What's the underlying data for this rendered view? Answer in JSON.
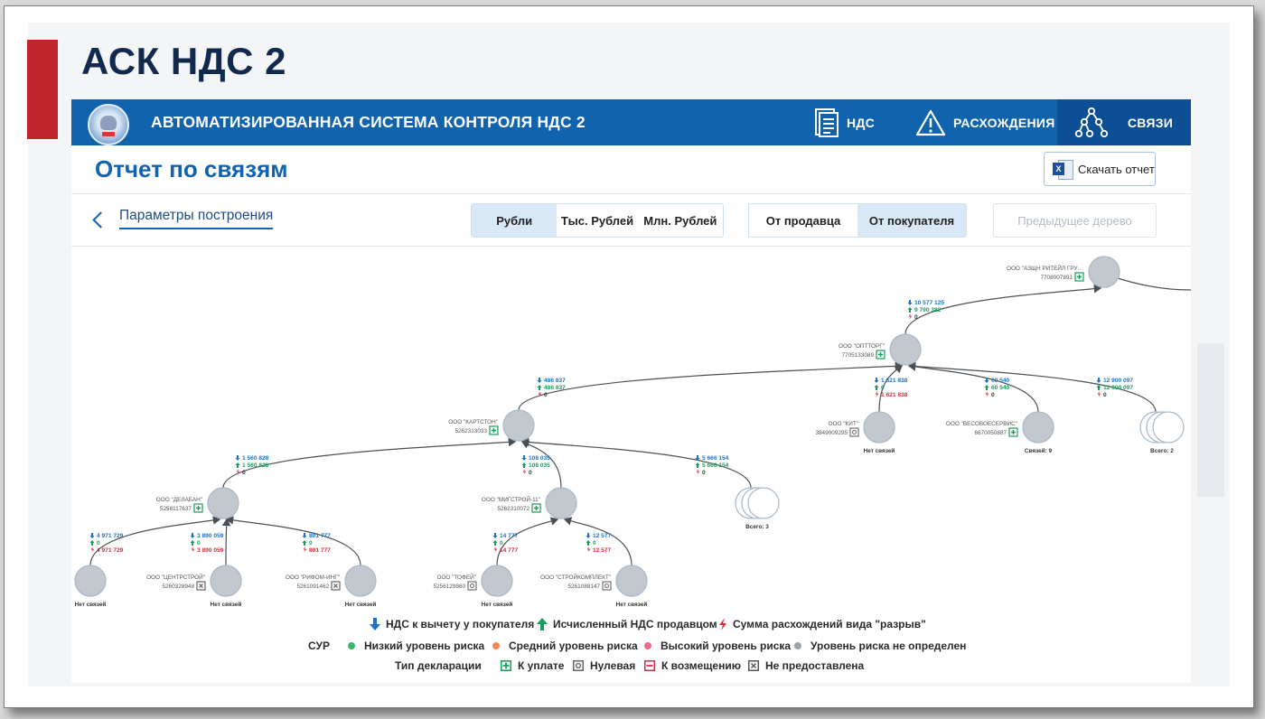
{
  "slide": {
    "title": "АСК НДС 2"
  },
  "header": {
    "app_name": "АВТОМАТИЗИРОВАННАЯ СИСТЕМА КОНТРОЛЯ НДС 2",
    "nav": [
      {
        "label": "НДС",
        "icon": "document-list-icon"
      },
      {
        "label": "РАСХОЖДЕНИЯ",
        "icon": "warning-triangle-icon"
      },
      {
        "label": "СВЯЗИ",
        "icon": "tree-hierarchy-icon",
        "active": true
      }
    ]
  },
  "page": {
    "title": "Отчет по связям",
    "download_label": "Скачать отчет",
    "params_label": "Параметры построения",
    "currency": {
      "options": [
        "Рубли",
        "Тыс. Рублей",
        "Млн. Рублей"
      ],
      "selected": "Рубли"
    },
    "direction": {
      "options": [
        "От продавца",
        "От покупателя"
      ],
      "selected": "От покупателя"
    },
    "prev_tree_label": "Предыдущее дерево"
  },
  "graph": {
    "nodes": [
      {
        "id": "top",
        "name": "ООО \"АЗЩН РИТЕЙЛ ГРУ…",
        "inn": "7708007891",
        "status": ""
      },
      {
        "id": "n1",
        "name": "ООО \"ОПТТОРГ\"",
        "inn": "7705133089",
        "status": ""
      },
      {
        "id": "n2",
        "name": "ООО \"КАРТСТОН\"",
        "inn": "5262313033",
        "status": ""
      },
      {
        "id": "n3",
        "name": "ООО \"КИТ\"",
        "inn": "3849009295",
        "status": "Нет связей"
      },
      {
        "id": "n4",
        "name": "ООО \"ВЕСОВОЕСЕРВИС\"",
        "inn": "6670050887",
        "status": "Связей: 9"
      },
      {
        "id": "n5",
        "name": "",
        "inn": "",
        "status": "Всего: 2"
      },
      {
        "id": "n6",
        "name": "ООО \"ДЕЛАБАН\"",
        "inn": "5258117637",
        "status": ""
      },
      {
        "id": "n7",
        "name": "ООО \"МИГСТРОЙ-11\"",
        "inn": "5262310072",
        "status": ""
      },
      {
        "id": "n8",
        "name": "",
        "inn": "",
        "status": "Всего: 3"
      },
      {
        "id": "n9",
        "name": "",
        "inn": "",
        "status": "Нет связей"
      },
      {
        "id": "n10",
        "name": "ООО \"ЦЕНТРСТРОЙ\"",
        "inn": "5260328948",
        "status": "Нет связей"
      },
      {
        "id": "n11",
        "name": "ООО \"РИФОМ-ИНГ\"",
        "inn": "5261091462",
        "status": "Нет связей"
      },
      {
        "id": "n12",
        "name": "ООО \"ТОФЕЙ\"",
        "inn": "5256129860",
        "status": "Нет связей"
      },
      {
        "id": "n13",
        "name": "ООО \"СТРОЙКОМПЛЕКТ\"",
        "inn": "5261088147",
        "status": "Нет связей"
      }
    ],
    "edges": [
      {
        "id": "e_n1_top",
        "v1": "10 577 125",
        "v2": "9 790 382",
        "v3": "0"
      },
      {
        "id": "e_n2_n1",
        "v1": "486 837",
        "v2": "486 837",
        "v3": "0"
      },
      {
        "id": "e_n3_n1",
        "v1": "1 621 838",
        "v2": "0",
        "v3": "1 621 838"
      },
      {
        "id": "e_n4_n1",
        "v1": "60 540",
        "v2": "60 540",
        "v3": "0"
      },
      {
        "id": "e_n5_n1",
        "v1": "12 900 097",
        "v2": "12 900 097",
        "v3": "0"
      },
      {
        "id": "e_n6_n2",
        "v1": "1 560 828",
        "v2": "1 560 828",
        "v3": "0"
      },
      {
        "id": "e_n7_n2",
        "v1": "108 035",
        "v2": "108 035",
        "v3": "0"
      },
      {
        "id": "e_n8_n2",
        "v1": "5 666 154",
        "v2": "5 666 154",
        "v3": "0"
      },
      {
        "id": "e_n9_n6",
        "v1": "4 971 729",
        "v2": "0",
        "v3": "4 971 729"
      },
      {
        "id": "e_n10_n6",
        "v1": "3 890 059",
        "v2": "0",
        "v3": "3 890 059"
      },
      {
        "id": "e_n11_n6",
        "v1": "801 777",
        "v2": "0",
        "v3": "801 777"
      },
      {
        "id": "e_n12_n7",
        "v1": "14 777",
        "v2": "0",
        "v3": "14 777"
      },
      {
        "id": "e_n13_n7",
        "v1": "12 577",
        "v2": "0",
        "v3": "12 577"
      }
    ]
  },
  "legend": {
    "arrows": [
      {
        "label": "НДС к вычету у покупателя",
        "color": "#1a73c8",
        "icon": "arrow-down-icon"
      },
      {
        "label": "Исчисленный НДС продавцом",
        "color": "#1a9b5b",
        "icon": "arrow-up-icon"
      },
      {
        "label": "Сумма расхождений вида \"разрыв\"",
        "color": "#e0293a",
        "icon": "lightning-icon"
      }
    ],
    "sur_label": "СУР",
    "risk": [
      {
        "label": "Низкий уровень риска",
        "color": "#3ab56b"
      },
      {
        "label": "Средний уровень риска",
        "color": "#f08a5d"
      },
      {
        "label": "Высокий уровень риска",
        "color": "#ef6b8e"
      },
      {
        "label": "Уровень риска не определен",
        "color": "#9aa3ab"
      }
    ],
    "decl_label": "Тип декларации",
    "decl": [
      {
        "label": "К уплате",
        "icon": "plus-square-icon"
      },
      {
        "label": "Нулевая",
        "icon": "circle-square-icon"
      },
      {
        "label": "К возмещению",
        "icon": "minus-square-icon"
      },
      {
        "label": "Не предоставлена",
        "icon": "cross-square-icon"
      }
    ]
  },
  "colors": {
    "header_blue": "#1263ae",
    "node_gray": "#c3c8ce",
    "edge": "#4a4f55"
  }
}
